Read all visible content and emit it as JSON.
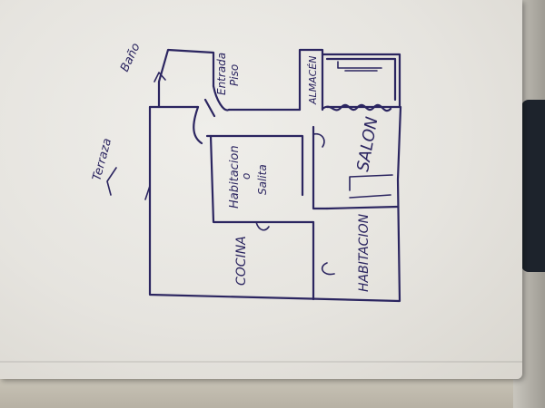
{
  "rooms": {
    "bano": "Baño",
    "entrada_line1": "Entrada",
    "entrada_line2": "Piso",
    "almacen": "ALMACÉN",
    "salon": "SALON",
    "habitacion_salita_line1": "Habitacion",
    "habitacion_salita_line2": "o",
    "habitacion_salita_line3": "Salita",
    "terraza": "Terraza",
    "cocina": "COCINA",
    "habitacion": "HABITACION"
  },
  "colors": {
    "ink": "#2b2560",
    "paper": "#ebe9e4"
  }
}
